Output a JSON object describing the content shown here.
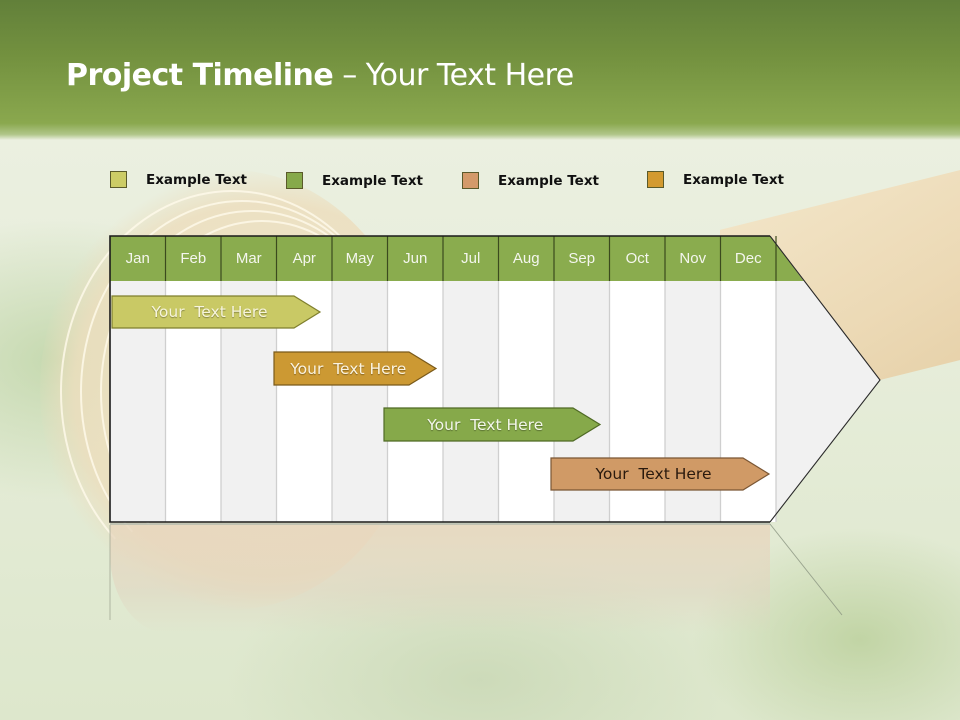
{
  "slide": {
    "title_bold": "Project Timeline",
    "title_rest": " – Your Text Here"
  },
  "legend": [
    {
      "label": "Example Text",
      "color": "#cccc66"
    },
    {
      "label": "Example Text",
      "color": "#86a94a"
    },
    {
      "label": "Example Text",
      "color": "#d49a6a"
    },
    {
      "label": "Example Text",
      "color": "#d39a30"
    }
  ],
  "timeline": {
    "header_color": "#8aac4e",
    "months": [
      "Jan",
      "Feb",
      "Mar",
      "Apr",
      "May",
      "Jun",
      "Jul",
      "Aug",
      "Sep",
      "Oct",
      "Nov",
      "Dec"
    ],
    "tasks": [
      {
        "label": "Your  Text Here",
        "start": "Jan",
        "end": "Apr",
        "color": "#c9c965",
        "text_color": "#f7f5dc"
      },
      {
        "label": "Your  Text Here",
        "start": "Apr",
        "end": "Jun",
        "color": "#cc9933",
        "text_color": "#fbf3df"
      },
      {
        "label": "Your  Text Here",
        "start": "Jun",
        "end": "Sep",
        "color": "#86a94a",
        "text_color": "#f3f7ea"
      },
      {
        "label": "Your  Text Here",
        "start": "Sep",
        "end": "Dec",
        "color": "#d09a66",
        "text_color": "#2a1a0e"
      }
    ]
  }
}
